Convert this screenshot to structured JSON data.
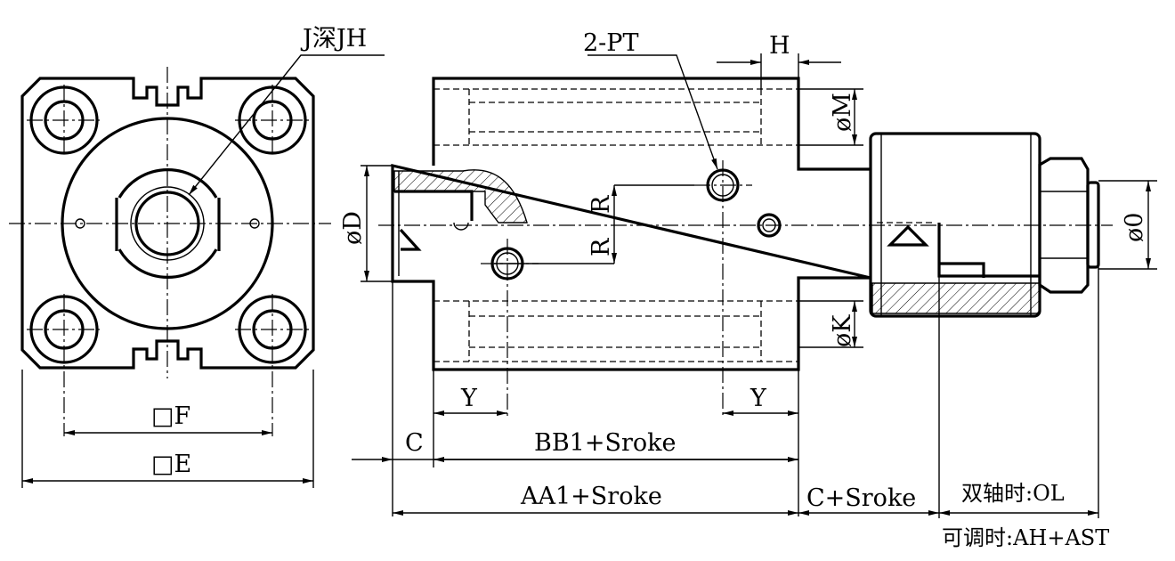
{
  "labels": {
    "thread_depth": "J深JH",
    "port": "2-PT",
    "h": "H",
    "dia_m": "øM",
    "dia_d": "øD",
    "r_top": "R",
    "r_bottom": "R",
    "dia_o": "ø0",
    "dia_k": "øK",
    "y_left": "Y",
    "y_right": "Y",
    "square_f": "□F",
    "square_e": "□E",
    "c": "C",
    "bb1": "BB1+Sroke",
    "aa1": "AA1+Sroke",
    "c_stroke": "C+Sroke",
    "dual_shaft": "双轴时:OL",
    "adjustable": "可调时:AH+AST"
  }
}
